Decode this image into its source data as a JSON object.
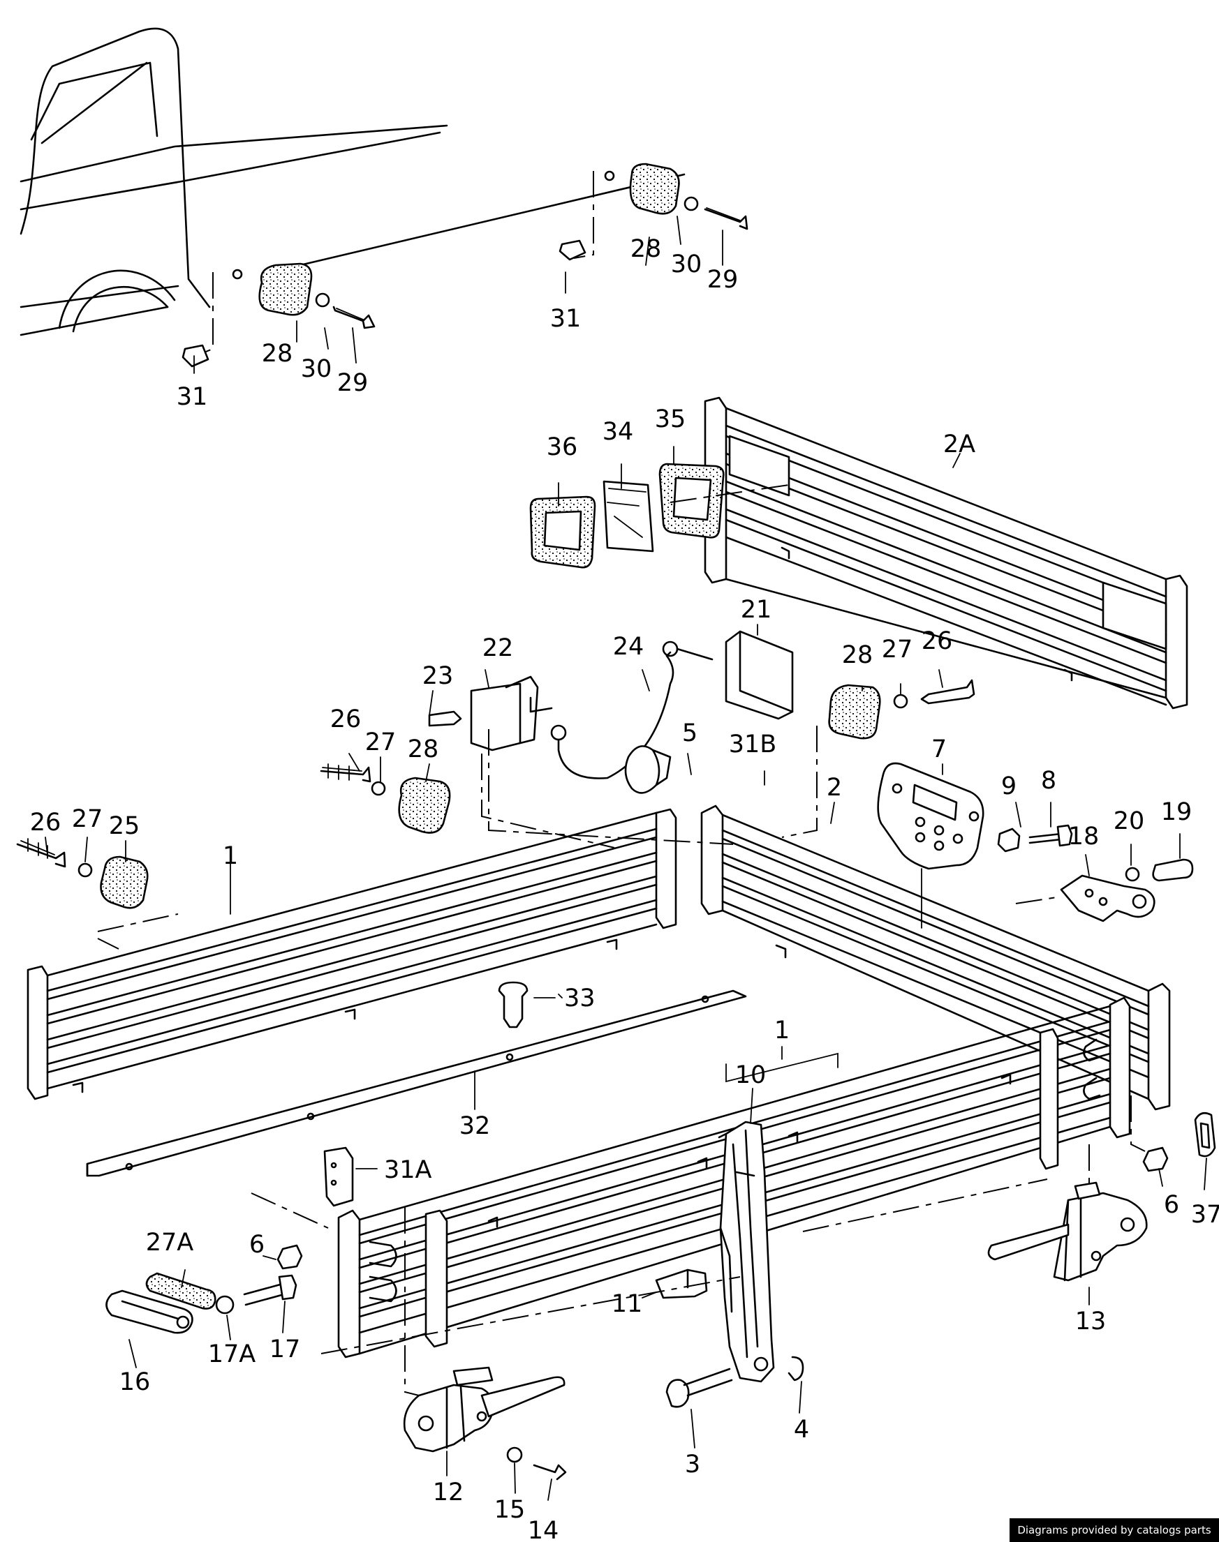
{
  "labels": {
    "l31_a": "31",
    "l28_a": "28",
    "l30_a": "30",
    "l29_a": "29",
    "l31_b": "31",
    "l28_b": "28",
    "l30_b": "30",
    "l29_b": "29",
    "l36": "36",
    "l34": "34",
    "l35": "35",
    "l2A": "2A",
    "l21": "21",
    "l22": "22",
    "l23": "23",
    "l24": "24",
    "l28_c": "28",
    "l27_a": "27",
    "l26_a": "26",
    "l26_b": "26",
    "l27_b": "27",
    "l28_d": "28",
    "l5": "5",
    "l31B": "31B",
    "l7": "7",
    "l9": "9",
    "l8": "8",
    "l2": "2",
    "l26_c": "26",
    "l27_c": "27",
    "l25": "25",
    "l1_a": "1",
    "l18": "18",
    "l20": "20",
    "l19": "19",
    "l33": "33",
    "l32": "32",
    "l1_b": "1",
    "l10": "10",
    "l31A": "31A",
    "l27A": "27A",
    "l6_a": "6",
    "l6_b": "6",
    "l37": "37",
    "l11": "11",
    "l13": "13",
    "l16": "16",
    "l17A": "17A",
    "l17": "17",
    "l4": "4",
    "l3": "3",
    "l12": "12",
    "l15": "15",
    "l14": "14"
  },
  "credit": "Diagrams provided by catalogs parts"
}
